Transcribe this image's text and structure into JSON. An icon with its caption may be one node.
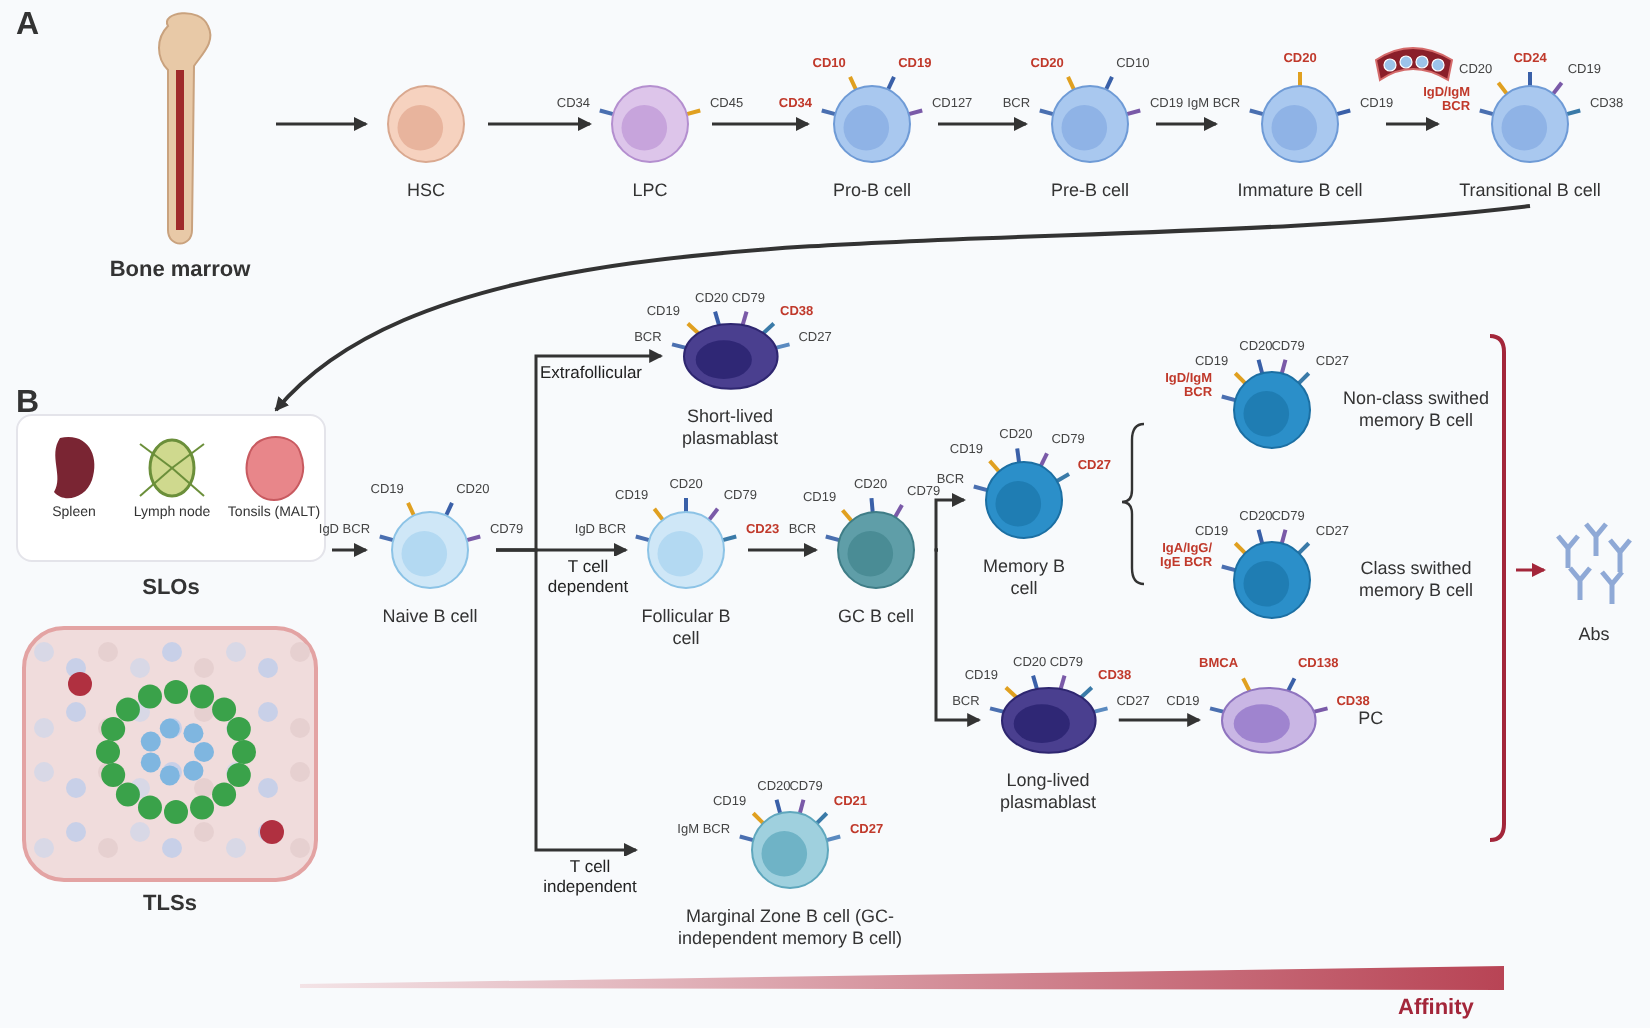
{
  "diagram": {
    "nodes": [
      {
        "text": [
          "Bone marrow"
        ]
      },
      {
        "text": [
          "HSC"
        ]
      },
      {
        "text": [
          "LPC"
        ],
        "beside": [
          "CD34",
          "CD45"
        ]
      },
      {
        "text": [
          "Pro-B cell"
        ],
        "beside": [
          "CD34",
          "CD10",
          "CD19",
          "CD127"
        ]
      },
      {
        "text": [
          "Pre-B cell"
        ],
        "beside": [
          "BCR",
          "CD20",
          "CD10",
          "CD19"
        ]
      },
      {
        "text": [
          "Immature B cell"
        ],
        "beside": [
          "IgM BCR",
          "CD20",
          "CD19"
        ]
      },
      {
        "text": [
          "Transitional B cell"
        ],
        "beside": [
          "IgD/IgM BCR",
          "CD20",
          "CD24",
          "CD19",
          "CD38"
        ]
      },
      {
        "text": [
          "SLOs"
        ]
      },
      {
        "text": [
          "Spleen"
        ],
        "in": 7
      },
      {
        "text": [
          "Lymph node"
        ],
        "in": 7
      },
      {
        "text": [
          "Tonsils (MALT)"
        ],
        "in": 7
      },
      {
        "text": [
          "TLSs"
        ]
      },
      {
        "text": [
          "Naive B cell"
        ],
        "beside": [
          "IgD BCR",
          "CD19",
          "CD20",
          "CD79"
        ]
      },
      {
        "text": [
          "Short-lived plasmablast"
        ],
        "beside": [
          "BCR",
          "CD19",
          "CD20",
          "CD79",
          "CD38",
          "CD27"
        ]
      },
      {
        "text": [
          "Follicular B cell"
        ],
        "beside": [
          "IgD BCR",
          "CD19",
          "CD20",
          "CD79",
          "CD23"
        ]
      },
      {
        "text": [
          "Marginal Zone B cell (GC-independent memory B cell)"
        ],
        "beside": [
          "IgM BCR",
          "CD19",
          "CD20",
          "CD79",
          "CD21",
          "CD27"
        ]
      },
      {
        "text": [
          "GC B cell"
        ],
        "beside": [
          "BCR",
          "CD19",
          "CD20",
          "CD79"
        ]
      },
      {
        "text": [
          "Memory B cell"
        ],
        "beside": [
          "BCR",
          "CD19",
          "CD20",
          "CD79",
          "CD27"
        ]
      },
      {
        "text": [
          "Non-class swithed memory B cell"
        ],
        "beside": [
          "IgD/IgM BCR",
          "CD19",
          "CD20",
          "CD79",
          "CD27"
        ]
      },
      {
        "text": [
          "Class swithed memory B cell"
        ],
        "beside": [
          "IgA/IgG/ IgE BCR",
          "CD19",
          "CD20",
          "CD79",
          "CD27"
        ]
      },
      {
        "text": [
          "Long-lived plasmablast"
        ],
        "beside": [
          "BCR",
          "CD19",
          "CD20",
          "CD79",
          "CD38",
          "CD27"
        ]
      },
      {
        "text": [
          "PC"
        ],
        "beside": [
          "CD19",
          "BMCA",
          "CD138",
          "CD38"
        ]
      },
      {
        "text": [
          "Abs"
        ]
      }
    ],
    "edges": [
      {
        "from": 0,
        "to": 1,
        "arrow": "to"
      },
      {
        "from": 1,
        "to": 2,
        "arrow": "to"
      },
      {
        "from": 2,
        "to": 3,
        "arrow": "to"
      },
      {
        "from": 3,
        "to": 4,
        "arrow": "to"
      },
      {
        "from": 4,
        "to": 5,
        "arrow": "to"
      },
      {
        "from": 5,
        "to": 6,
        "arrow": "to"
      },
      {
        "from": 6,
        "to": 7,
        "arrow": "to"
      },
      {
        "from": 7,
        "to": 12,
        "arrow": "to"
      },
      {
        "from": 12,
        "to": 13,
        "arrow": "to",
        "label": "Extrafollicular"
      },
      {
        "from": 12,
        "to": 14,
        "arrow": "to",
        "label": "T cell dependent"
      },
      {
        "from": 12,
        "to": 15,
        "arrow": "to",
        "label": "T cell independent"
      },
      {
        "from": 14,
        "to": 16,
        "arrow": "to"
      },
      {
        "from": 16,
        "to": 17,
        "arrow": "to"
      },
      {
        "from": 16,
        "to": 20,
        "arrow": "to"
      },
      {
        "from": 20,
        "to": 21,
        "arrow": "to"
      },
      {
        "from": null,
        "to": 22,
        "arrow": "to",
        "color": "#a3263a"
      }
    ],
    "labels": [
      "A",
      "B",
      "Affinity"
    ]
  }
}
